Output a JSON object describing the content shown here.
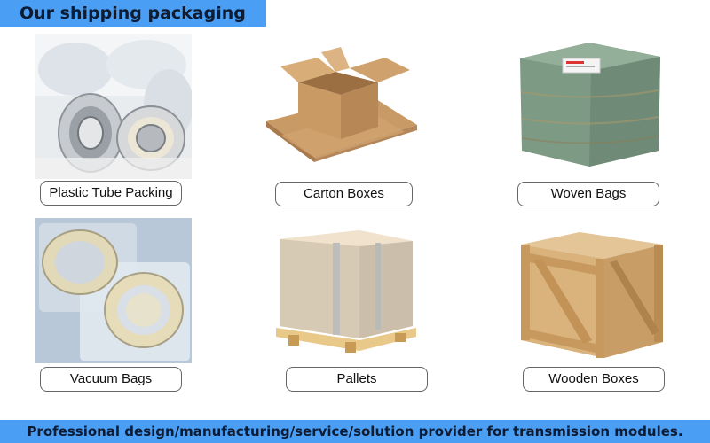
{
  "header": {
    "title": "Our shipping packaging"
  },
  "footer": {
    "tagline": "Professional design/manufacturing/service/solution provider for transmission modules."
  },
  "packaging_items": [
    {
      "label": "Plastic Tube Packing",
      "image_icon": "plastic-tube-packing-photo"
    },
    {
      "label": "Carton Boxes",
      "image_icon": "carton-boxes-photo"
    },
    {
      "label": "Woven Bags",
      "image_icon": "woven-bags-photo"
    },
    {
      "label": "Vacuum Bags",
      "image_icon": "vacuum-bags-photo"
    },
    {
      "label": "Pallets",
      "image_icon": "pallets-photo"
    },
    {
      "label": "Wooden Boxes",
      "image_icon": "wooden-boxes-photo"
    }
  ],
  "colors": {
    "banner": "#4a9ff5",
    "banner_text": "#0d1b33",
    "pill_border": "#666666"
  }
}
